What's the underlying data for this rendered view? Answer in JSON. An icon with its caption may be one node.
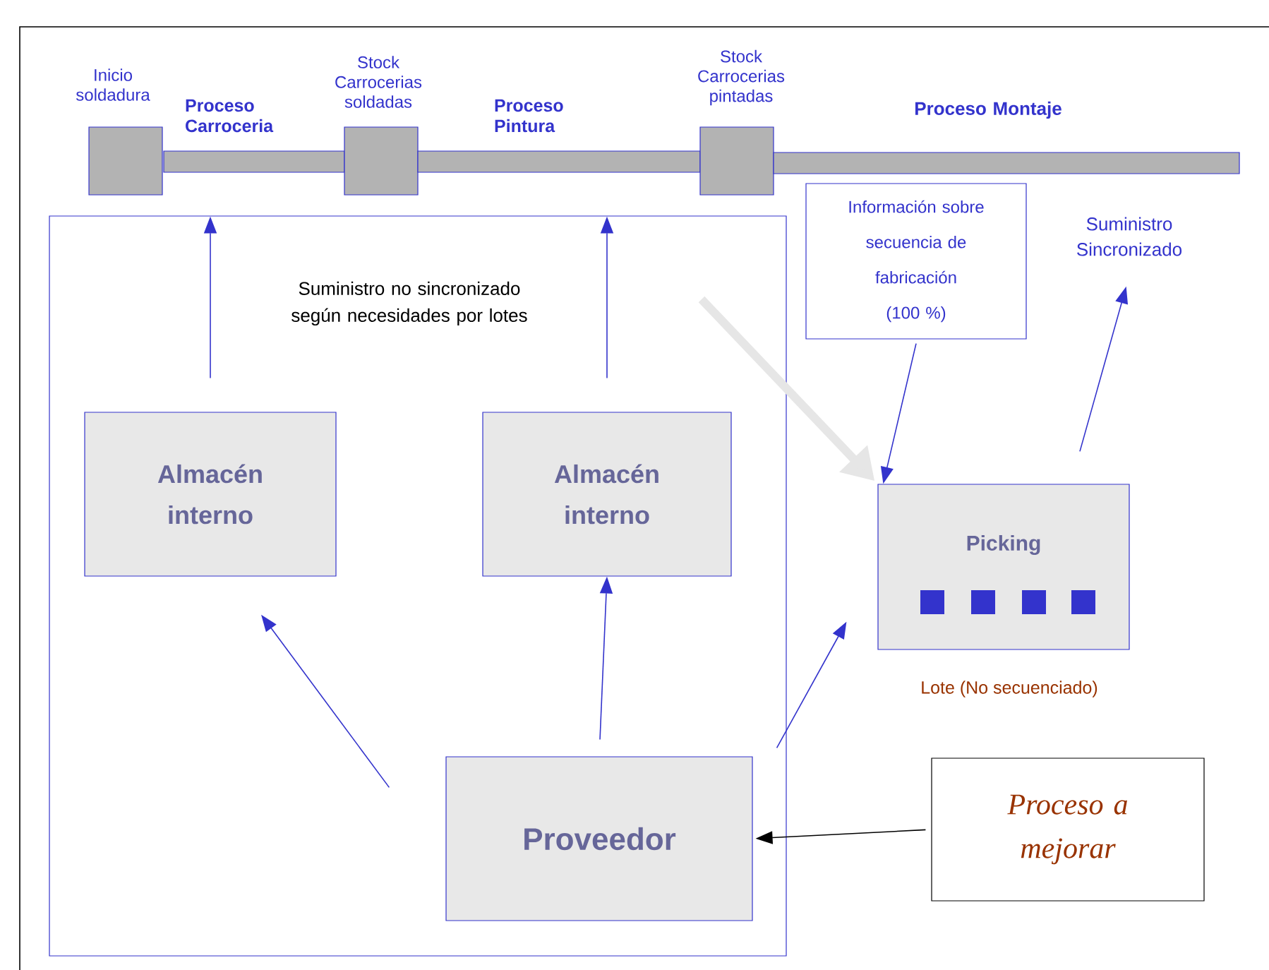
{
  "diagram": {
    "nodes": [
      {
        "text": [
          "Inicio soldadura"
        ]
      },
      {
        "text": [
          "Proceso Carroceria"
        ]
      },
      {
        "text": [
          "Stock Carrocerias soldadas"
        ]
      },
      {
        "text": [
          "Proceso Pintura"
        ]
      },
      {
        "text": [
          "Stock Carrocerias pintadas"
        ]
      },
      {
        "text": [
          "Proceso Montaje"
        ]
      },
      {
        "text": [],
        "shape": "box"
      },
      {
        "text": [
          "Almacén interno"
        ],
        "in": 6
      },
      {
        "text": [
          "Almacén interno"
        ],
        "in": 6
      },
      {
        "text": [
          "Proveedor"
        ],
        "in": 6
      },
      {
        "text": [
          "Información sobre secuencia de fabricación (100 %)"
        ]
      },
      {
        "text": [
          "Picking"
        ],
        "beside": [
          "Lote (No secuenciado)"
        ]
      },
      {
        "text": [
          "Proceso a mejorar"
        ]
      },
      {
        "text": [
          "Suministro Sincronizado"
        ]
      }
    ],
    "edges": [
      {
        "from": 7,
        "to": 1,
        "arrow": "to"
      },
      {
        "from": 8,
        "to": 3,
        "arrow": "to"
      },
      {
        "from": 9,
        "to": 7,
        "arrow": "to"
      },
      {
        "from": 9,
        "to": 8,
        "arrow": "to"
      },
      {
        "from": 9,
        "to": 11,
        "arrow": "to"
      },
      {
        "from": 12,
        "to": 9,
        "arrow": "to",
        "color": "#000000"
      },
      {
        "from": 10,
        "to": 11,
        "arrow": "to"
      },
      {
        "from": null,
        "to": 11,
        "arrow": "to",
        "style": "thick",
        "color": "#e6e6e6"
      },
      {
        "from": 11,
        "to": 13,
        "arrow": "to"
      }
    ],
    "labels": [
      "Suministro no sincronizado según necesidades por lotes"
    ]
  }
}
